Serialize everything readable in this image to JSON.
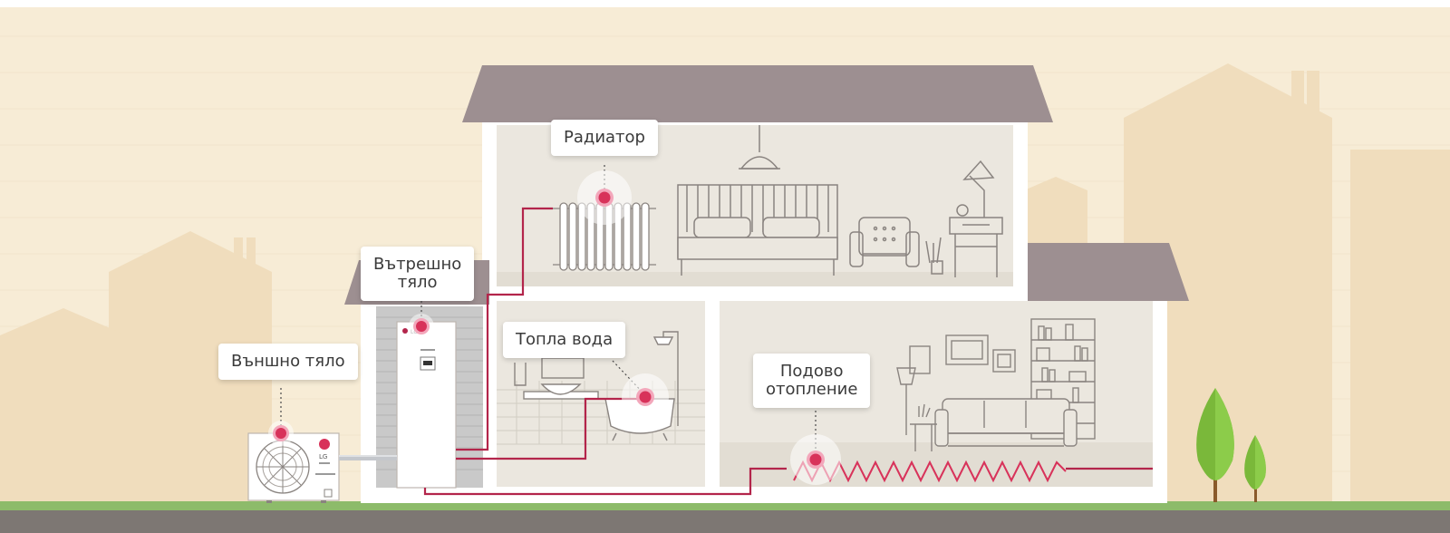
{
  "labels": {
    "outdoor_unit": "Външно тяло",
    "indoor_unit_line1": "Вътрешно",
    "indoor_unit_line2": "тяло",
    "radiator": "Радиатор",
    "hot_water": "Топла вода",
    "floor_heating_line1": "Подово",
    "floor_heating_line2": "отопление"
  },
  "brand": {
    "logo_text": "LG"
  },
  "colors": {
    "sky": "#f7ecd6",
    "grass": "#8dbb6a",
    "ground": "#7d7773",
    "roof": "#9d8f91",
    "wall": "#ffffff",
    "room": "#ebe7df",
    "pipe": "#b3254b",
    "accent": "#d8325a",
    "tree": "#7ab83a"
  }
}
